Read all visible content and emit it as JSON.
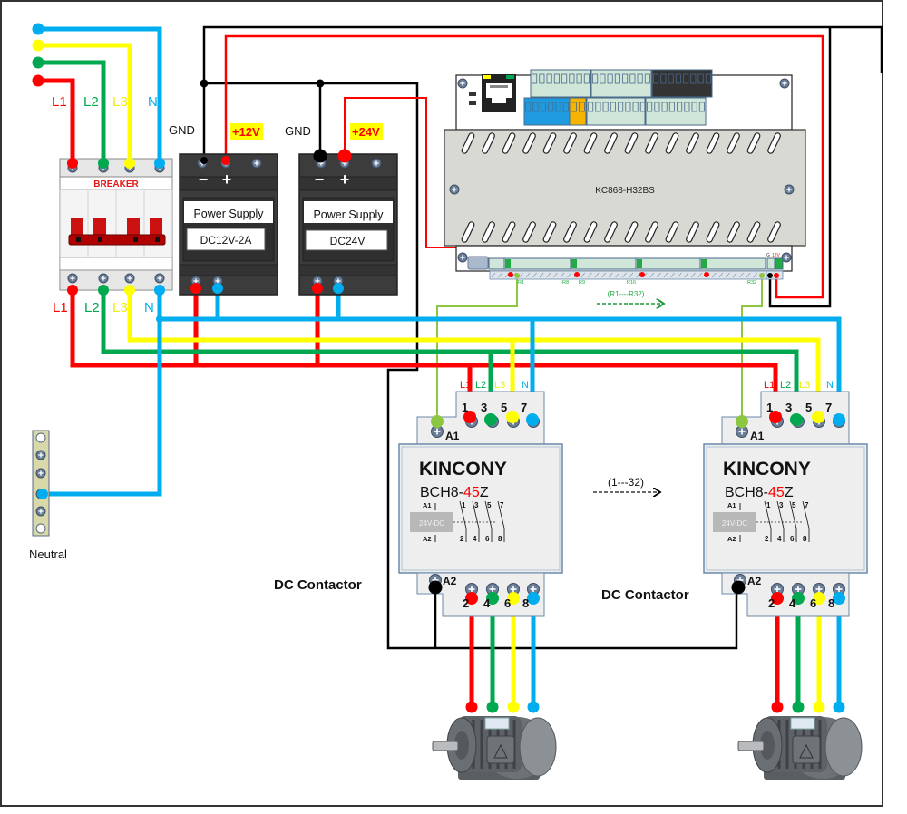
{
  "diagram": {
    "type": "wiring-diagram",
    "colors": {
      "L1": "#ff0000",
      "L2": "#00a84f",
      "L3": "#ffff00",
      "N": "#00aeef",
      "gnd": "#000000",
      "signal": "#8dc63f",
      "label_highlight": "#ffff00",
      "brand_accent": "#ff0000",
      "controller_body": "#d9d9d4",
      "psu_body": "#3c3c3c",
      "contactor_body": "#eeeeee",
      "neutral_bar": "#d8d8a8"
    },
    "source_lines": [
      {
        "id": "L1",
        "label": "L1"
      },
      {
        "id": "L2",
        "label": "L2"
      },
      {
        "id": "L3",
        "label": "L3"
      },
      {
        "id": "N",
        "label": "N"
      }
    ],
    "breaker": {
      "title": "BREAKER",
      "top_labels": [
        "L1",
        "L2",
        "L3",
        "N"
      ],
      "bottom_labels": [
        "L1",
        "L2",
        "L3",
        "N"
      ]
    },
    "power_supplies": [
      {
        "gnd_label": "GND",
        "voltage_label": "+12V",
        "minus": "−",
        "plus": "+",
        "title": "Power Supply",
        "rating": "DC12V-2A"
      },
      {
        "gnd_label": "GND",
        "voltage_label": "+24V",
        "minus": "−",
        "plus": "+",
        "title": "Power Supply",
        "rating": "DC24V"
      }
    ],
    "controller": {
      "model": "KC868-H32BS",
      "relay_labels": [
        "R1",
        "R8",
        "R9",
        "R16",
        "R32"
      ],
      "power_labels": {
        "g": "G",
        "v": "12V",
        "minus": "-",
        "plus": "+"
      },
      "range_label": "(R1----R32)"
    },
    "contactors": [
      {
        "brand": "KINCONY",
        "model_prefix": "BCH8-",
        "model_accent": "45",
        "model_suffix": "Z",
        "coil_label": "24V-DC",
        "top_phase_labels": [
          "L1",
          "L2",
          "L3",
          "N"
        ],
        "top_terminals": [
          "1",
          "3",
          "5",
          "7"
        ],
        "bottom_terminals": [
          "2",
          "4",
          "6",
          "8"
        ],
        "coil_top": "A1",
        "coil_bottom": "A2",
        "schematic_top": [
          "1",
          "3",
          "5",
          "7"
        ],
        "schematic_bottom": [
          "2",
          "4",
          "6",
          "8"
        ],
        "caption": "DC Contactor"
      },
      {
        "brand": "KINCONY",
        "model_prefix": "BCH8-",
        "model_accent": "45",
        "model_suffix": "Z",
        "coil_label": "24V-DC",
        "top_phase_labels": [
          "L1",
          "L2",
          "L3",
          "N"
        ],
        "top_terminals": [
          "1",
          "3",
          "5",
          "7"
        ],
        "bottom_terminals": [
          "2",
          "4",
          "6",
          "8"
        ],
        "coil_top": "A1",
        "coil_bottom": "A2",
        "schematic_top": [
          "1",
          "3",
          "5",
          "7"
        ],
        "schematic_bottom": [
          "2",
          "4",
          "6",
          "8"
        ],
        "caption": "DC Contactor"
      }
    ],
    "contactor_range_label": "(1---32)",
    "neutral_bar": {
      "label": "Neutral"
    },
    "motors": [
      {
        "name": "three-phase-motor-1"
      },
      {
        "name": "three-phase-motor-2"
      }
    ]
  }
}
